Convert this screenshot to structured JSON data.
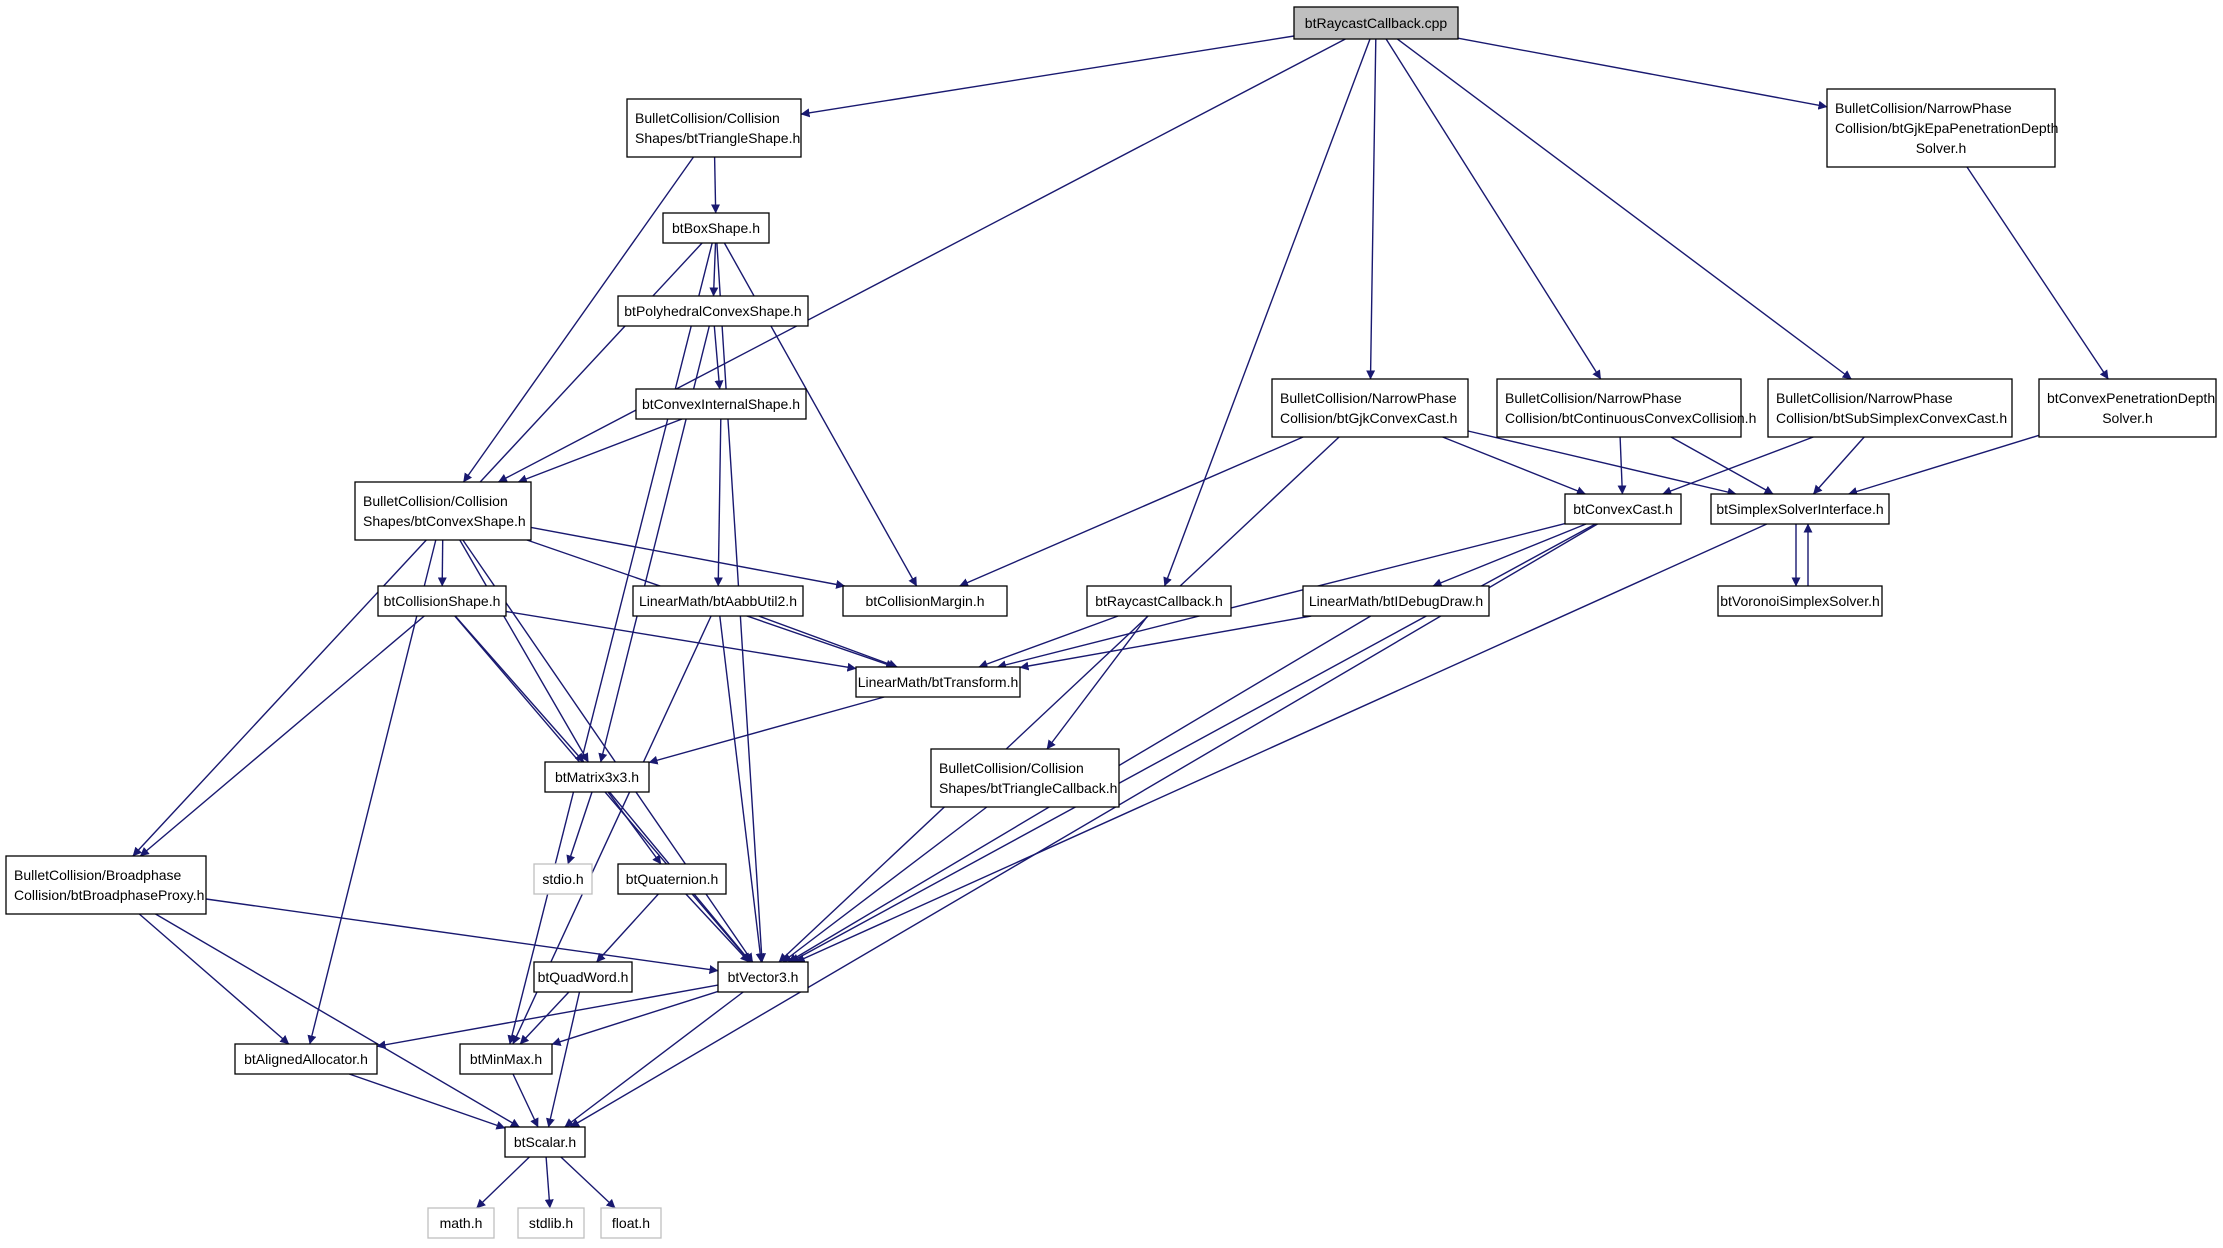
{
  "colors": {
    "edge": "#191970",
    "node_border": "#000000",
    "root_fill": "#bfbfbf",
    "system_header_border": "#bfbfbf",
    "background": "#ffffff"
  },
  "nodes": {
    "root": {
      "lines": [
        "btRaycastCallback.cpp"
      ]
    },
    "triangleShape": {
      "lines": [
        "BulletCollision/Collision",
        "Shapes/btTriangleShape.h"
      ]
    },
    "gjkEpaPen": {
      "lines": [
        "BulletCollision/NarrowPhase",
        "Collision/btGjkEpaPenetrationDepth",
        "Solver.h"
      ]
    },
    "boxShape": {
      "lines": [
        "btBoxShape.h"
      ]
    },
    "polyConvex": {
      "lines": [
        "btPolyhedralConvexShape.h"
      ]
    },
    "convexInternal": {
      "lines": [
        "btConvexInternalShape.h"
      ]
    },
    "gjkConvexCast": {
      "lines": [
        "BulletCollision/NarrowPhase",
        "Collision/btGjkConvexCast.h"
      ]
    },
    "contConvex": {
      "lines": [
        "BulletCollision/NarrowPhase",
        "Collision/btContinuousConvexCollision.h"
      ]
    },
    "subSimplex": {
      "lines": [
        "BulletCollision/NarrowPhase",
        "Collision/btSubSimplexConvexCast.h"
      ]
    },
    "convexPenDepth": {
      "lines": [
        "btConvexPenetrationDepth",
        "Solver.h"
      ]
    },
    "convexShape": {
      "lines": [
        "BulletCollision/Collision",
        "Shapes/btConvexShape.h"
      ]
    },
    "convexCast": {
      "lines": [
        "btConvexCast.h"
      ]
    },
    "simplexSolver": {
      "lines": [
        "btSimplexSolverInterface.h"
      ]
    },
    "collisionShape": {
      "lines": [
        "btCollisionShape.h"
      ]
    },
    "aabbUtil": {
      "lines": [
        "LinearMath/btAabbUtil2.h"
      ]
    },
    "collisionMargin": {
      "lines": [
        "btCollisionMargin.h"
      ]
    },
    "raycastH": {
      "lines": [
        "btRaycastCallback.h"
      ]
    },
    "idebugDraw": {
      "lines": [
        "LinearMath/btIDebugDraw.h"
      ]
    },
    "voronoi": {
      "lines": [
        "btVoronoiSimplexSolver.h"
      ]
    },
    "transform": {
      "lines": [
        "LinearMath/btTransform.h"
      ]
    },
    "triCallback": {
      "lines": [
        "BulletCollision/Collision",
        "Shapes/btTriangleCallback.h"
      ]
    },
    "matrix3x3": {
      "lines": [
        "btMatrix3x3.h"
      ]
    },
    "broadphase": {
      "lines": [
        "BulletCollision/Broadphase",
        "Collision/btBroadphaseProxy.h"
      ]
    },
    "stdio": {
      "lines": [
        "stdio.h"
      ]
    },
    "quaternion": {
      "lines": [
        "btQuaternion.h"
      ]
    },
    "quadWord": {
      "lines": [
        "btQuadWord.h"
      ]
    },
    "vector3": {
      "lines": [
        "btVector3.h"
      ]
    },
    "alignedAlloc": {
      "lines": [
        "btAlignedAllocator.h"
      ]
    },
    "minMax": {
      "lines": [
        "btMinMax.h"
      ]
    },
    "scalar": {
      "lines": [
        "btScalar.h"
      ]
    },
    "math": {
      "lines": [
        "math.h"
      ]
    },
    "stdlib": {
      "lines": [
        "stdlib.h"
      ]
    },
    "float": {
      "lines": [
        "float.h"
      ]
    }
  },
  "edges": [
    [
      "root",
      "triangleShape"
    ],
    [
      "root",
      "convexShape"
    ],
    [
      "root",
      "raycastH"
    ],
    [
      "root",
      "gjkConvexCast"
    ],
    [
      "root",
      "contConvex"
    ],
    [
      "root",
      "subSimplex"
    ],
    [
      "root",
      "gjkEpaPen"
    ],
    [
      "triangleShape",
      "boxShape"
    ],
    [
      "triangleShape",
      "convexShape"
    ],
    [
      "gjkEpaPen",
      "convexPenDepth"
    ],
    [
      "boxShape",
      "polyConvex"
    ],
    [
      "boxShape",
      "collisionMargin"
    ],
    [
      "boxShape",
      "broadphase"
    ],
    [
      "boxShape",
      "minMax"
    ],
    [
      "boxShape",
      "vector3"
    ],
    [
      "polyConvex",
      "convexInternal"
    ],
    [
      "polyConvex",
      "matrix3x3"
    ],
    [
      "convexInternal",
      "convexShape"
    ],
    [
      "convexInternal",
      "aabbUtil"
    ],
    [
      "convexShape",
      "collisionShape"
    ],
    [
      "convexShape",
      "collisionMargin"
    ],
    [
      "convexShape",
      "transform"
    ],
    [
      "convexShape",
      "matrix3x3"
    ],
    [
      "convexShape",
      "vector3"
    ],
    [
      "convexShape",
      "alignedAlloc"
    ],
    [
      "gjkConvexCast",
      "collisionMargin"
    ],
    [
      "gjkConvexCast",
      "convexCast"
    ],
    [
      "gjkConvexCast",
      "simplexSolver"
    ],
    [
      "gjkConvexCast",
      "vector3"
    ],
    [
      "contConvex",
      "convexCast"
    ],
    [
      "contConvex",
      "simplexSolver"
    ],
    [
      "subSimplex",
      "convexCast"
    ],
    [
      "subSimplex",
      "simplexSolver"
    ],
    [
      "convexPenDepth",
      "simplexSolver"
    ],
    [
      "convexCast",
      "transform"
    ],
    [
      "convexCast",
      "idebugDraw"
    ],
    [
      "convexCast",
      "vector3"
    ],
    [
      "convexCast",
      "scalar"
    ],
    [
      "simplexSolver",
      "voronoi"
    ],
    [
      "simplexSolver",
      "vector3"
    ],
    [
      "voronoi",
      "simplexSolver"
    ],
    [
      "collisionShape",
      "transform"
    ],
    [
      "collisionShape",
      "matrix3x3"
    ],
    [
      "collisionShape",
      "broadphase"
    ],
    [
      "collisionShape",
      "vector3"
    ],
    [
      "aabbUtil",
      "transform"
    ],
    [
      "aabbUtil",
      "vector3"
    ],
    [
      "aabbUtil",
      "minMax"
    ],
    [
      "raycastH",
      "transform"
    ],
    [
      "raycastH",
      "triCallback"
    ],
    [
      "idebugDraw",
      "transform"
    ],
    [
      "idebugDraw",
      "vector3"
    ],
    [
      "transform",
      "matrix3x3"
    ],
    [
      "triCallback",
      "vector3"
    ],
    [
      "matrix3x3",
      "stdio"
    ],
    [
      "matrix3x3",
      "quaternion"
    ],
    [
      "matrix3x3",
      "vector3"
    ],
    [
      "broadphase",
      "vector3"
    ],
    [
      "broadphase",
      "alignedAlloc"
    ],
    [
      "broadphase",
      "scalar"
    ],
    [
      "quaternion",
      "quadWord"
    ],
    [
      "quaternion",
      "vector3"
    ],
    [
      "quadWord",
      "minMax"
    ],
    [
      "quadWord",
      "scalar"
    ],
    [
      "vector3",
      "alignedAlloc"
    ],
    [
      "vector3",
      "minMax"
    ],
    [
      "vector3",
      "scalar"
    ],
    [
      "alignedAlloc",
      "scalar"
    ],
    [
      "minMax",
      "scalar"
    ],
    [
      "scalar",
      "math"
    ],
    [
      "scalar",
      "stdlib"
    ],
    [
      "scalar",
      "float"
    ]
  ]
}
